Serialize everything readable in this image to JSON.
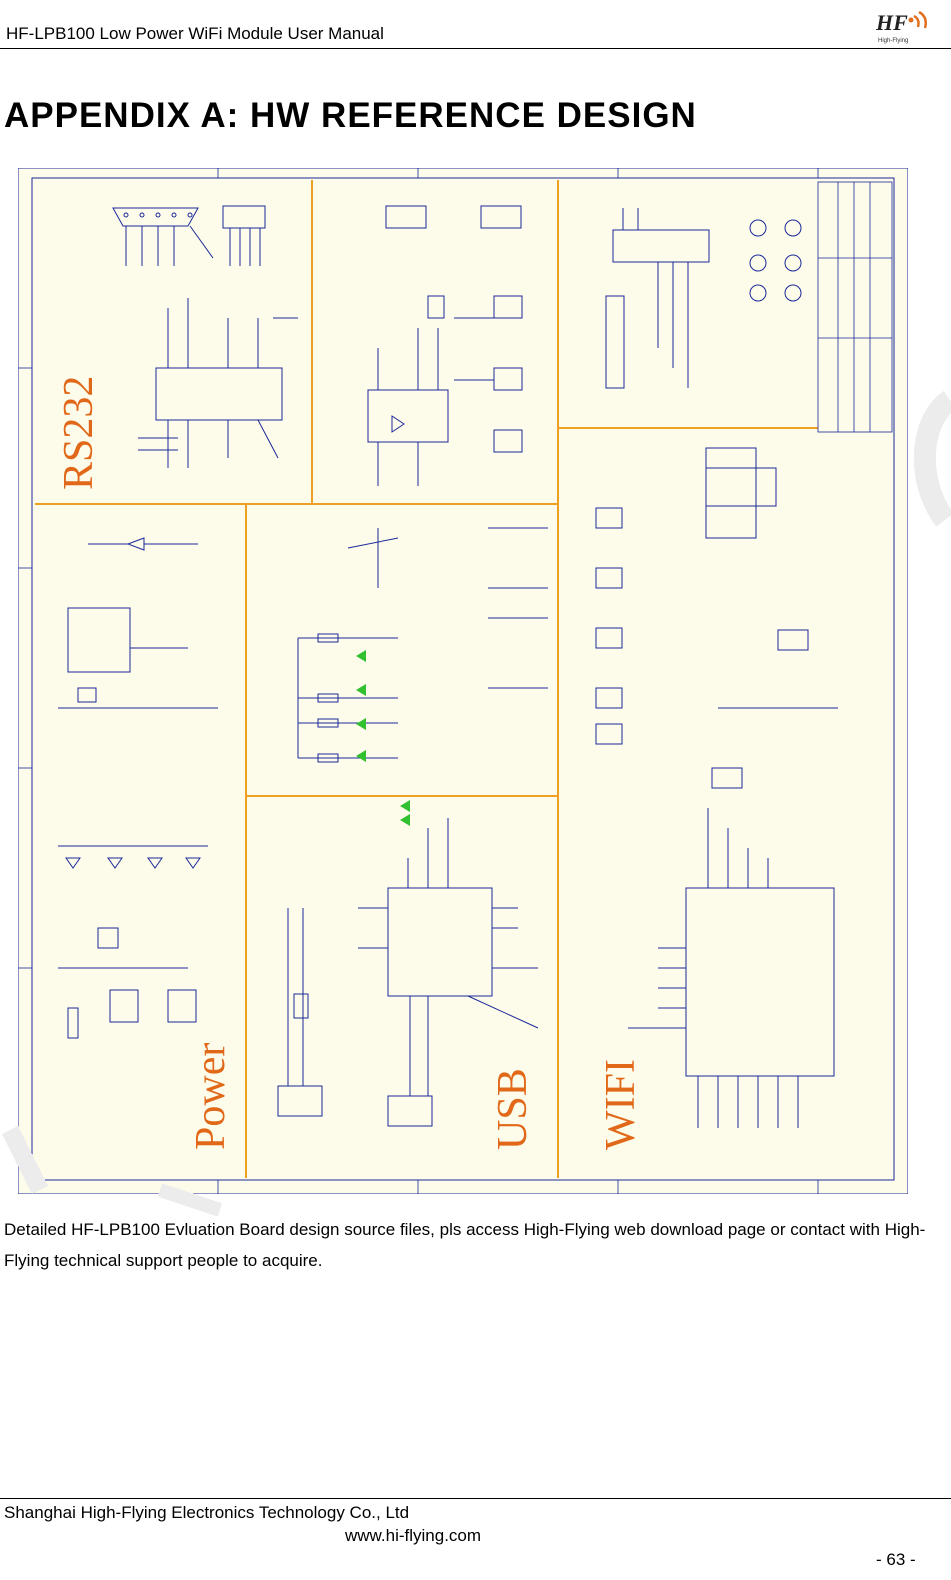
{
  "header": {
    "title": "HF-LPB100 Low Power WiFi Module User Manual",
    "logo_text": "HF",
    "logo_subtext": "High-Flying"
  },
  "heading": "APPENDIX A: HW REFERENCE DESIGN",
  "schematic": {
    "block_labels": {
      "rs232": "RS232",
      "power": "Power",
      "usb": "USB",
      "wifi": "WIFI"
    },
    "line_color": "#1a2a9a",
    "block_border_color": "#f0a020",
    "label_color": "#e06818",
    "background_color": "#fdfbea"
  },
  "caption": "Detailed HF-LPB100 Evluation Board design source files, pls access High-Flying web download page or contact with High-Flying technical support people to acquire.",
  "footer": {
    "company": "Shanghai High-Flying Electronics Technology Co., Ltd",
    "website": "www.hi-flying.com",
    "page": "- 63 -"
  }
}
